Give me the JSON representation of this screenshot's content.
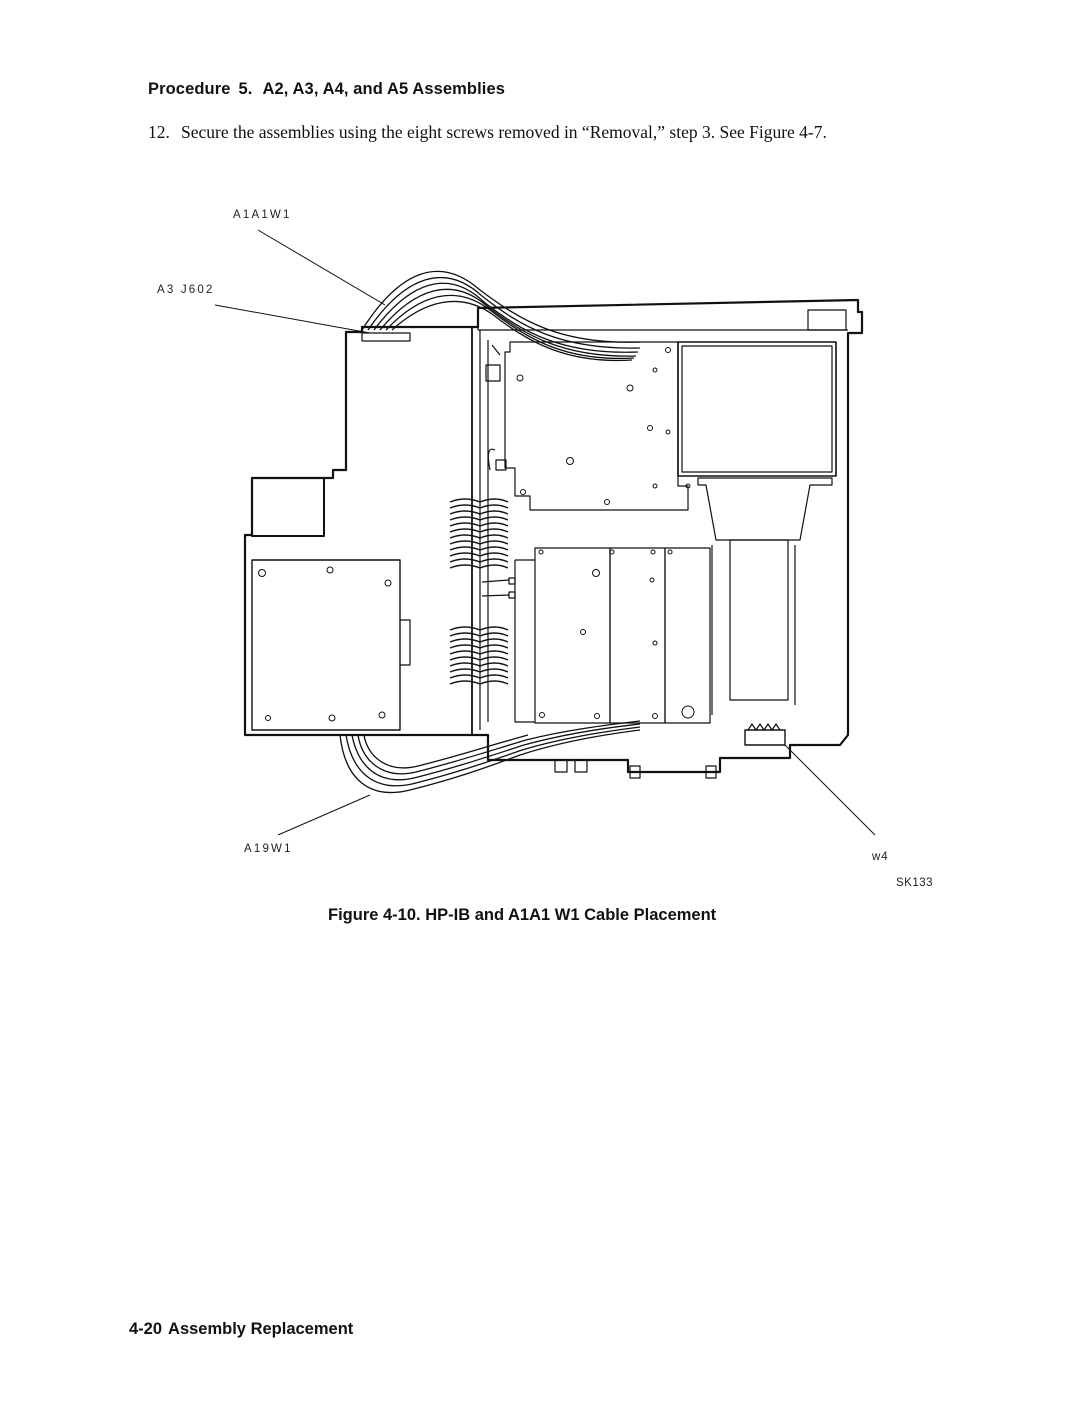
{
  "procedure": {
    "label": "Procedure",
    "number": "5.",
    "title": "A2, A3, A4, and A5 Assemblies"
  },
  "step": {
    "number": "12.",
    "text": "Secure the assemblies using the eight screws removed in “Removal,” step 3. See Figure 4-7."
  },
  "figure": {
    "labels": {
      "a1a1w1": "A1A1W1",
      "a3j602": "A3 J602",
      "a19w1": "A19W1",
      "w4": "w4",
      "sk133": "SK133"
    },
    "caption": "Figure 4-10. HP-IB and A1A1 W1 Cable Placement"
  },
  "footer": {
    "page": "4-20",
    "section": "Assembly Replacement"
  }
}
